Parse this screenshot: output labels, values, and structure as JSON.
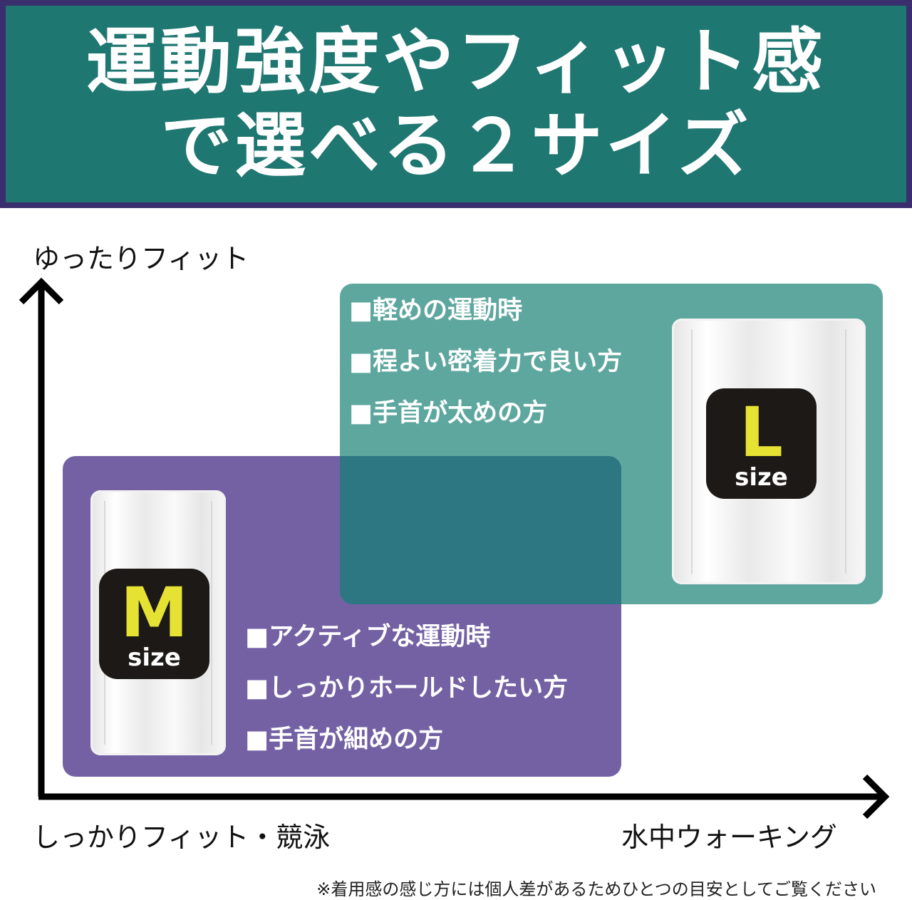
{
  "header": {
    "line1": "運動強度やフィット感",
    "line2": "で選べる２サイズ"
  },
  "axes": {
    "y_top_label": "ゆったりフィット",
    "x_left_label": "しっかりフィット・競泳",
    "x_right_label": "水中ウォーキング"
  },
  "sizes": {
    "l": {
      "letter": "L",
      "word": "size",
      "bullets": [
        "■軽めの運動時",
        "■程よい密着力で良い方",
        "■手首が太めの方"
      ]
    },
    "m": {
      "letter": "M",
      "word": "size",
      "bullets": [
        "■アクティブな運動時",
        "■しっかりホールドしたい方",
        "■手首が細めの方"
      ]
    }
  },
  "footnote": "※着用感の感じ方には個人差があるためひとつの目安としてご覧ください",
  "colors": {
    "header_bg": "#1f7771",
    "header_border": "#3a2e6e",
    "l_panel": "#5ea79f",
    "m_panel": "#7461a4",
    "overlap": "#2c7782",
    "badge_letter": "#e6e233"
  }
}
